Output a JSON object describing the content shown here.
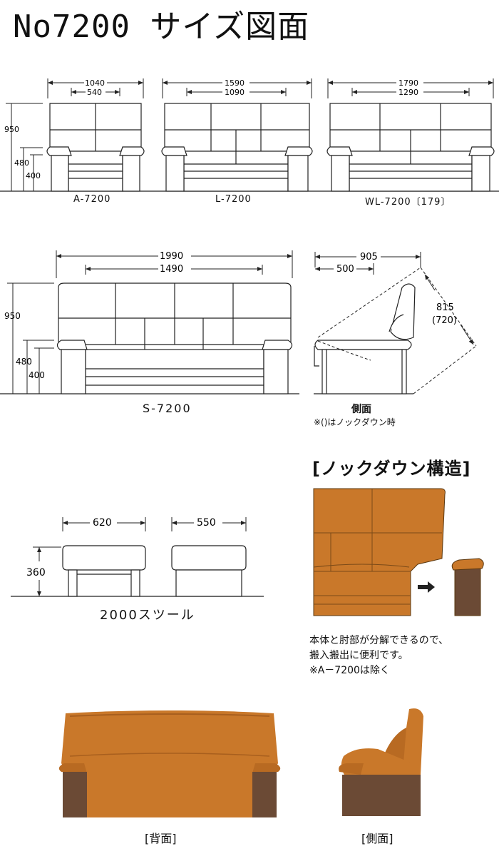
{
  "title": "No7200 サイズ図面",
  "row1": {
    "units": [
      {
        "label": "A-7200",
        "width": "1040",
        "inner": "540"
      },
      {
        "label": "L-7200",
        "width": "1590",
        "inner": "1090"
      },
      {
        "label": "WL-7200〔179〕",
        "width": "1790",
        "inner": "1290"
      }
    ],
    "heights": {
      "total": "950",
      "arm": "480",
      "seat": "400"
    }
  },
  "row2": {
    "front": {
      "label": "S-7200",
      "width": "1990",
      "inner": "1490",
      "heights": {
        "total": "950",
        "arm": "480",
        "seat": "400"
      }
    },
    "side": {
      "label": "側面",
      "depth": "905",
      "seat_depth": "500",
      "recline": "815",
      "recline_kd": "(720)",
      "note": "※()はノックダウン時"
    }
  },
  "stools": {
    "label": "2000スツール",
    "widths": [
      "620",
      "550"
    ],
    "height": "360"
  },
  "knockdown": {
    "heading": "[ノックダウン構造]",
    "lines": [
      "本体と肘部が分解できるので、",
      "搬入搬出に便利です。",
      "※A－7200は除く"
    ]
  },
  "photos": {
    "back_label": "[背面]",
    "side_label": "[側面]"
  },
  "colors": {
    "leather": "#C9782A",
    "leather_dark": "#A85F1E",
    "wood": "#6B4A35",
    "line": "#222222"
  }
}
